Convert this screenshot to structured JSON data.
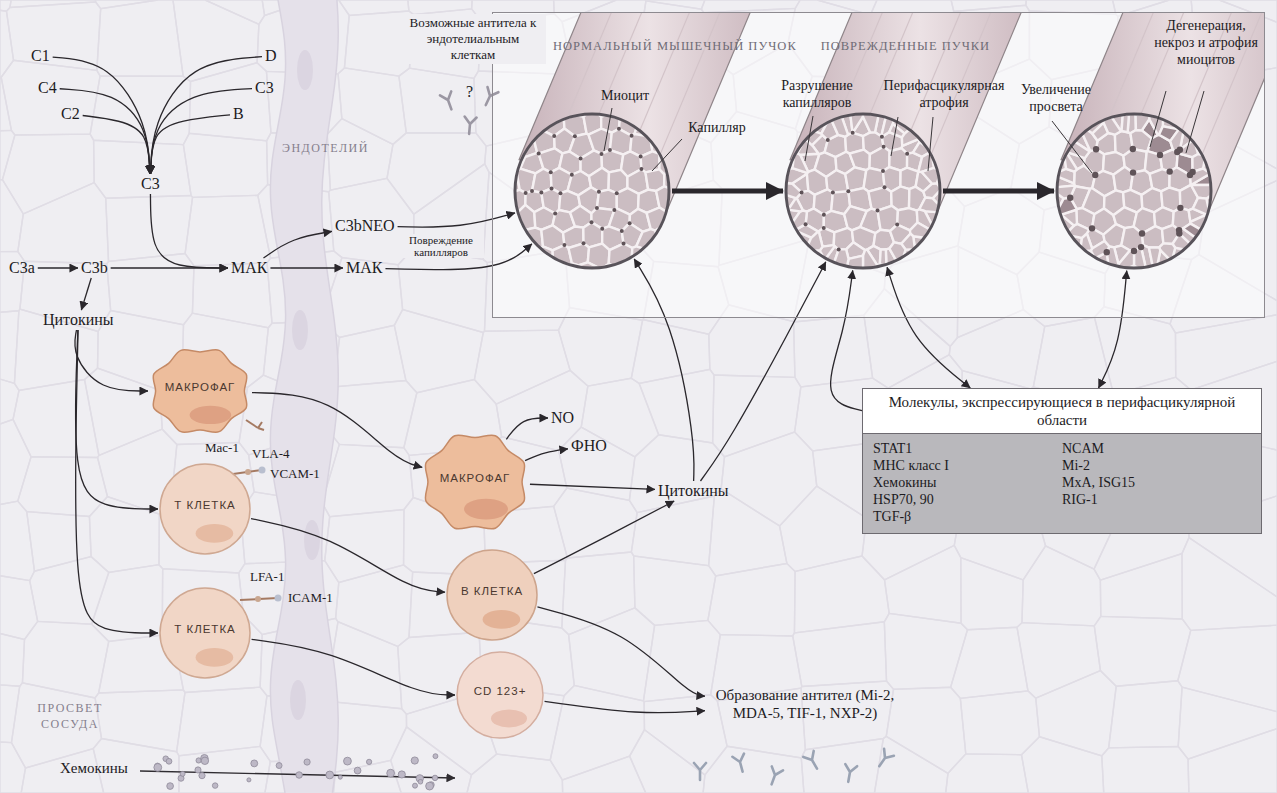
{
  "diagram": {
    "nodes": [
      {
        "text": [
          "НОРМАЛЬНЫЙ МЫШЕЧНЫЙ ПУЧОК",
          "ПОВРЕЖДЕННЫЕ ПУЧКИ"
        ]
      },
      {
        "text": [
          "Миоцит",
          "Капилляр"
        ],
        "in": 0
      },
      {
        "text": [
          "Разрушение капилляров",
          "Перифасцикулярная атрофия"
        ],
        "in": 0
      },
      {
        "text": [
          "Увеличение просвета",
          "Дегенерация, некроз и атрофия миоцитов"
        ],
        "in": 0
      },
      {
        "text": [
          "C1"
        ]
      },
      {
        "text": [
          "C4"
        ]
      },
      {
        "text": [
          "C2"
        ]
      },
      {
        "text": [
          "D"
        ]
      },
      {
        "text": [
          "C3"
        ]
      },
      {
        "text": [
          "B"
        ]
      },
      {
        "text": [
          "C3"
        ]
      },
      {
        "text": [
          "C3a"
        ]
      },
      {
        "text": [
          "C3b"
        ]
      },
      {
        "text": [
          "МАК"
        ]
      },
      {
        "text": [
          "C3bNEO"
        ]
      },
      {
        "text": [
          "МАК"
        ]
      },
      {
        "text": [
          "Цитокины"
        ]
      },
      {
        "text": [
          "МАКРОФАГ"
        ]
      },
      {
        "text": [
          "Т КЛЕТКА"
        ]
      },
      {
        "text": [
          "Т КЛЕТКА"
        ]
      },
      {
        "text": [
          "МАКРОФАГ"
        ]
      },
      {
        "text": [
          "NO"
        ]
      },
      {
        "text": [
          "ФНО"
        ]
      },
      {
        "text": [
          "Цитокины"
        ]
      },
      {
        "text": [
          "В КЛЕТКА"
        ]
      },
      {
        "text": [
          "CD 123+"
        ]
      },
      {
        "text": [
          "Молекулы, экспрессирующиеся в перифасцикулярной области",
          "STAT1",
          "MHC класс I",
          "Хемокины",
          "HSP70, 90",
          "TGF-β",
          "NCAM",
          "Mi-2",
          "MxA, ISG15",
          "RIG-1"
        ]
      },
      {
        "text": [
          "Образование антител (Mi-2, MDA-5, TIF-1, NXP-2)"
        ]
      }
    ],
    "edges": [
      {
        "from": 4,
        "to": 10,
        "arrow": "to"
      },
      {
        "from": 5,
        "to": 10,
        "arrow": "to"
      },
      {
        "from": 6,
        "to": 10,
        "arrow": "to"
      },
      {
        "from": 7,
        "to": 10,
        "arrow": "to"
      },
      {
        "from": 8,
        "to": 10,
        "arrow": "to"
      },
      {
        "from": 9,
        "to": 10,
        "arrow": "to"
      },
      {
        "from": 11,
        "to": 12,
        "arrow": "to"
      },
      {
        "from": 12,
        "to": 13,
        "arrow": "to"
      },
      {
        "from": 10,
        "to": 13,
        "arrow": "to"
      },
      {
        "from": 12,
        "to": 16,
        "arrow": "to"
      },
      {
        "from": 13,
        "to": 14,
        "arrow": "to"
      },
      {
        "from": 13,
        "to": 15,
        "arrow": "to"
      },
      {
        "from": 14,
        "to": 1,
        "arrow": "to"
      },
      {
        "from": 15,
        "to": 1,
        "label": "Повреждение капилляров",
        "arrow": "to"
      },
      {
        "from": 16,
        "to": 17,
        "arrow": "to"
      },
      {
        "from": 16,
        "to": 18,
        "arrow": "to"
      },
      {
        "from": 16,
        "to": 19,
        "arrow": "to"
      },
      {
        "from": 17,
        "to": 20,
        "arrow": "to"
      },
      {
        "from": 20,
        "to": 21,
        "arrow": "to"
      },
      {
        "from": 20,
        "to": 22,
        "arrow": "to"
      },
      {
        "from": 20,
        "to": 23,
        "arrow": "to"
      },
      {
        "from": 18,
        "to": 24,
        "arrow": "to"
      },
      {
        "from": 24,
        "to": 23,
        "arrow": "to"
      },
      {
        "from": 24,
        "to": 27,
        "arrow": "to"
      },
      {
        "from": 19,
        "to": 25,
        "arrow": "to"
      },
      {
        "from": 25,
        "to": 27,
        "arrow": "to"
      },
      {
        "from": 23,
        "to": 1,
        "arrow": "to"
      },
      {
        "from": 23,
        "to": 2,
        "arrow": "to"
      },
      {
        "from": 1,
        "to": 2,
        "arrow": "to"
      },
      {
        "from": 2,
        "to": 3,
        "arrow": "to"
      },
      {
        "from": 26,
        "to": 2,
        "arrow": "both"
      },
      {
        "from": 26,
        "to": 3,
        "arrow": "both"
      },
      {
        "from": 26,
        "to": 2,
        "arrow": "to"
      }
    ],
    "labels": [
      "Возможные антитела к эндотелиальным клеткам",
      "?",
      "ЭНДОТЕЛИЙ",
      "Mac-1",
      "VLA-4",
      "VCAM-1",
      "LFA-1",
      "ICAM-1",
      "ПРОСВЕТ СОСУДА",
      "Хемокины"
    ]
  }
}
